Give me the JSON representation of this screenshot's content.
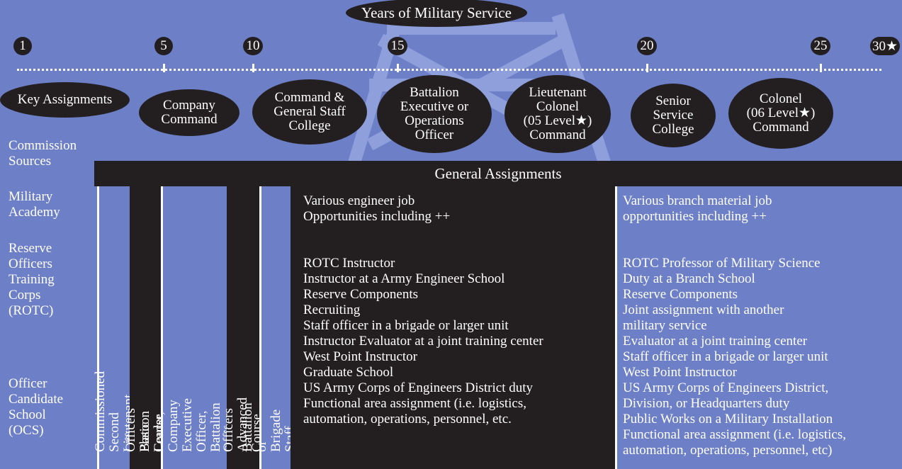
{
  "colors": {
    "background": "#6d7fc6",
    "dark": "#231f20",
    "text": "#ffffff"
  },
  "header": {
    "title": "Years of Military Service"
  },
  "timeline": {
    "ticks": [
      "1",
      "5",
      "10",
      "15",
      "20",
      "25",
      "30★"
    ]
  },
  "key_assignments": {
    "label": "Key Assignments",
    "items": [
      "Company\nCommand",
      "Command &\nGeneral Staff\nCollege",
      "Battalion\nExecutive or\nOperations\nOfficer",
      "Lieutenant\nColonel\n(05 Level★)\nCommand",
      "Senior\nService\nCollege",
      "Colonel\n(06 Level★)\nCommand"
    ]
  },
  "commission_sources": {
    "label": "Commission\nSources",
    "items": [
      "Military\nAcademy",
      "Reserve\nOfficers\nTraining\nCorps\n(ROTC)",
      "Officer\nCandidate\nSchool\n(OCS)"
    ]
  },
  "general_assignments": {
    "title": "General Assignments",
    "vertical_columns": [
      "Commissioned Second Lieutenant",
      "Officers Basic Course",
      "Platoon Leader, Company\nExecutive Officer, Battalion Staff\nOfficer",
      "Officers Advanced Course",
      "Battalion or Brigade Staff Officer"
    ],
    "engineer_intro": "Various engineer job\nOpportunities including ++",
    "engineer_items": [
      "ROTC Instructor",
      "Instructor at a Army Engineer School",
      "Reserve Components",
      "Recruiting",
      "Staff officer in a brigade or larger unit",
      "Instructor Evaluator at a joint training center",
      "West Point Instructor",
      "Graduate School",
      "US Army Corps of Engineers District duty",
      "Functional area assignment (i.e. logistics,\nautomation, operations, personnel, etc."
    ],
    "branch_intro": "Various branch material job\nopportunities including ++",
    "branch_items": [
      "ROTC Professor of Military Science",
      "Duty at a Branch School",
      "Reserve Components",
      "Joint assignment with another\nmilitary service",
      "Evaluator at a joint training center",
      "Staff officer in a brigade or larger unit",
      "West Point Instructor",
      "US Army Corps of Engineers District,\nDivision, or Headquarters duty",
      "Public Works on a Military Installation",
      "Functional area assignment (i.e. logistics,\nautomation, operations, personnel, etc)"
    ]
  }
}
